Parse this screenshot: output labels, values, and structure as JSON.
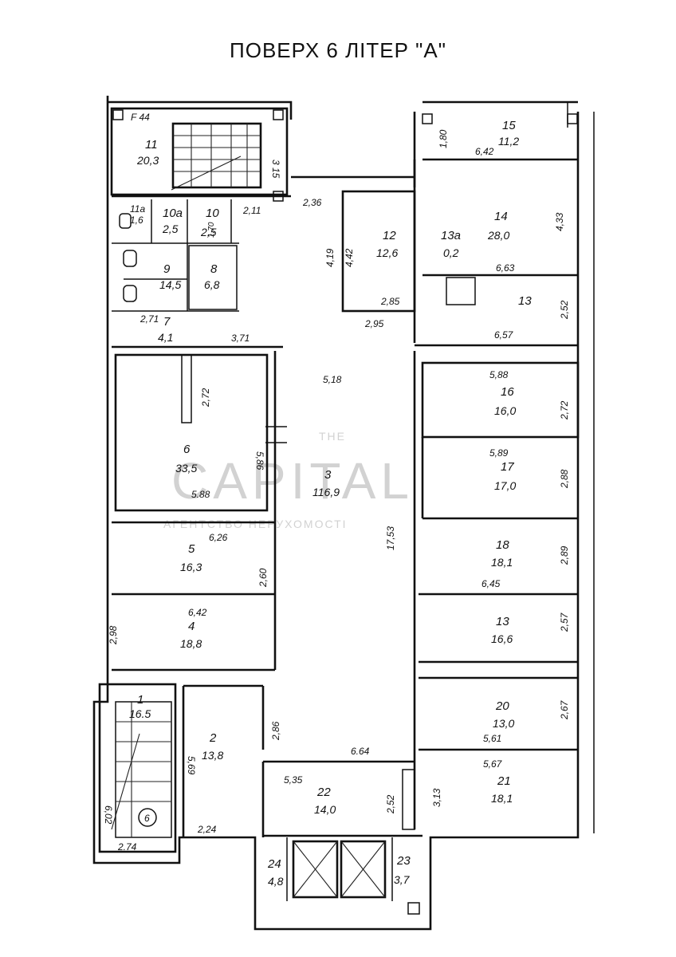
{
  "title": "ПОВЕРХ 6 ЛІТЕР  \"А\"",
  "watermark": {
    "top": "THE",
    "main": "CAPITAL",
    "sub": "АГЕНТСТВО НЕРУХОМОСТІ"
  },
  "stair_mark": "F 44",
  "stair_circle": "6",
  "rooms": [
    {
      "id": "r11",
      "number": "11",
      "area": "20,3"
    },
    {
      "id": "r11a",
      "number": "11а",
      "area": "1,6"
    },
    {
      "id": "r10a",
      "number": "10а",
      "area": "2,5"
    },
    {
      "id": "r10",
      "number": "10",
      "area": "2,5"
    },
    {
      "id": "r9",
      "number": "9",
      "area": "14,5"
    },
    {
      "id": "r8",
      "number": "8",
      "area": "6,8"
    },
    {
      "id": "r7",
      "number": "7",
      "area": "4,1"
    },
    {
      "id": "r12",
      "number": "12",
      "area": "12,6"
    },
    {
      "id": "r15",
      "number": "15",
      "area": "11,2"
    },
    {
      "id": "r14",
      "number": "14",
      "area": "28,0"
    },
    {
      "id": "r13a",
      "number": "13а",
      "area": "0,2"
    },
    {
      "id": "r13top",
      "number": "13",
      "area": ""
    },
    {
      "id": "r6",
      "number": "6",
      "area": "33,5"
    },
    {
      "id": "r3",
      "number": "3",
      "area": "116,9"
    },
    {
      "id": "r16",
      "number": "16",
      "area": "16,0"
    },
    {
      "id": "r17",
      "number": "17",
      "area": "17,0"
    },
    {
      "id": "r5",
      "number": "5",
      "area": "16,3"
    },
    {
      "id": "r18",
      "number": "18",
      "area": "18,1"
    },
    {
      "id": "r4",
      "number": "4",
      "area": "18,8"
    },
    {
      "id": "r19",
      "number": "13",
      "area": "16,6"
    },
    {
      "id": "r1",
      "number": "1",
      "area": "16.5"
    },
    {
      "id": "r2",
      "number": "2",
      "area": "13,8"
    },
    {
      "id": "r20",
      "number": "20",
      "area": "13,0"
    },
    {
      "id": "r21",
      "number": "21",
      "area": "18,1"
    },
    {
      "id": "r22",
      "number": "22",
      "area": "14,0"
    },
    {
      "id": "r24",
      "number": "24",
      "area": "4,8"
    },
    {
      "id": "r23",
      "number": "23",
      "area": "3,7"
    }
  ],
  "dimensions": [
    {
      "id": "d315",
      "text": "3 15"
    },
    {
      "id": "d236",
      "text": "2,36"
    },
    {
      "id": "d211",
      "text": "2,11"
    },
    {
      "id": "d170",
      "text": "1,70"
    },
    {
      "id": "d419",
      "text": "4,19"
    },
    {
      "id": "d442",
      "text": "4,42"
    },
    {
      "id": "d285",
      "text": "2,85"
    },
    {
      "id": "d295",
      "text": "2,95"
    },
    {
      "id": "d180",
      "text": "1,80"
    },
    {
      "id": "d642",
      "text": "6,42"
    },
    {
      "id": "d433",
      "text": "4,33"
    },
    {
      "id": "d663",
      "text": "6,63"
    },
    {
      "id": "d252top",
      "text": "2,52"
    },
    {
      "id": "d657",
      "text": "6,57"
    },
    {
      "id": "d271",
      "text": "2,71"
    },
    {
      "id": "d371",
      "text": "3,71"
    },
    {
      "id": "d518",
      "text": "5,18"
    },
    {
      "id": "d588top",
      "text": "5,88"
    },
    {
      "id": "d272",
      "text": "2,72"
    },
    {
      "id": "d272r",
      "text": "2,72"
    },
    {
      "id": "d586",
      "text": "5,86"
    },
    {
      "id": "d589",
      "text": "5,89"
    },
    {
      "id": "d288",
      "text": "2,88"
    },
    {
      "id": "d588",
      "text": "5.88"
    },
    {
      "id": "d1753",
      "text": "17,53"
    },
    {
      "id": "d626",
      "text": "6,26"
    },
    {
      "id": "d260",
      "text": "2,60"
    },
    {
      "id": "d289",
      "text": "2,89"
    },
    {
      "id": "d645",
      "text": "6,45"
    },
    {
      "id": "d6412",
      "text": "6,42"
    },
    {
      "id": "d298",
      "text": "2,98"
    },
    {
      "id": "d257",
      "text": "2,57"
    },
    {
      "id": "d569",
      "text": "5,69"
    },
    {
      "id": "d286",
      "text": "2,86"
    },
    {
      "id": "d267",
      "text": "2,67"
    },
    {
      "id": "d561",
      "text": "5,61"
    },
    {
      "id": "d664",
      "text": "6.64"
    },
    {
      "id": "d567",
      "text": "5,67"
    },
    {
      "id": "d535",
      "text": "5,35"
    },
    {
      "id": "d252",
      "text": "2,52"
    },
    {
      "id": "d313",
      "text": "3,13"
    },
    {
      "id": "d602",
      "text": "6,02"
    },
    {
      "id": "d224",
      "text": "2,24"
    },
    {
      "id": "d274",
      "text": "2.74"
    }
  ]
}
